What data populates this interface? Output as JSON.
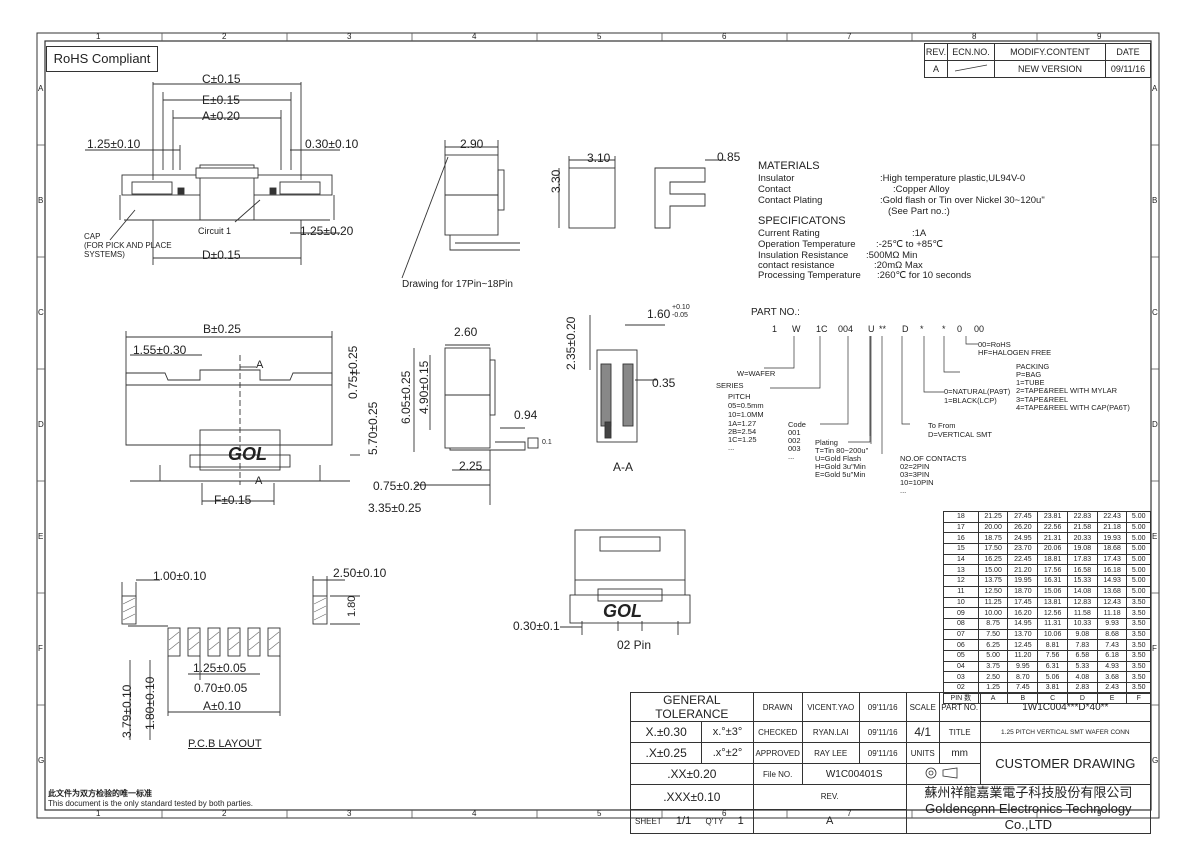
{
  "header": {
    "rohs": "RoHS Compliant"
  },
  "grid": {
    "cols": [
      "1",
      "2",
      "3",
      "4",
      "5",
      "6",
      "7",
      "8",
      "9"
    ],
    "rows": [
      "A",
      "B",
      "C",
      "D",
      "E",
      "F",
      "G"
    ]
  },
  "revision": {
    "headers": [
      "REV.",
      "ECN.NO.",
      "MODIFY.CONTENT",
      "DATE"
    ],
    "rows": [
      {
        "rev": "A",
        "ecn": "",
        "content": "NEW VERSION",
        "date": "09/11/16"
      }
    ]
  },
  "front_view": {
    "dim_c": "C±0.15",
    "dim_e": "E±0.15",
    "dim_a": "A±0.20",
    "dim_left": "1.25±0.10",
    "dim_right": "0.30±0.10",
    "circuit": "Circuit 1",
    "dim_side": "1.25±0.20",
    "dim_d": "D±0.15",
    "cap_note": [
      "CAP",
      "(FOR PICK AND PLACE",
      "SYSTEMS)"
    ]
  },
  "side_view": {
    "dim_w": "2.90",
    "caption": "Drawing for 17Pin~18Pin"
  },
  "terminal": {
    "w": "3.10",
    "h": "3.30",
    "t": "0.85"
  },
  "materials": {
    "title": "MATERIALS",
    "rows": [
      {
        "k": "Insulator",
        "v": ":High temperature plastic,UL94V-0"
      },
      {
        "k": "Contact",
        "v": ":Copper Alloy"
      },
      {
        "k": "Contact Plating",
        "v": ":Gold flash or Tin over Nickel 30~120u\""
      },
      {
        "k": "",
        "v": "(See Part no.:)"
      }
    ]
  },
  "specs": {
    "title": "SPECIFICATONS",
    "rows": [
      {
        "k": "Current Rating",
        "v": ":1A"
      },
      {
        "k": "Operation Temperature",
        "v": ":-25℃ to +85℃"
      },
      {
        "k": "Insulation Resistance",
        "v": ":500MΩ Min"
      },
      {
        "k": "contact resistance",
        "v": ":20mΩ Max"
      },
      {
        "k": "Processing Temperature",
        "v": ":260℃ for 10 seconds"
      }
    ]
  },
  "part_no": {
    "title": "PART NO.:",
    "code": [
      "1",
      "W",
      "1C",
      "004",
      "U",
      "**",
      "D",
      "*",
      "*",
      "0",
      "00"
    ],
    "wafer": "W=WAFER",
    "series": "SERIES",
    "pitch": [
      "PITCH",
      "05=0.5mm",
      "10=1.0MM",
      "1A=1.27",
      "2B=2.54",
      "1C=1.25",
      "..."
    ],
    "code_list": [
      "Code",
      "001",
      "002",
      "003",
      "..."
    ],
    "plating": [
      "Plating",
      "T=Tin 80~200u\"",
      "U=Gold Flash",
      "H=Gold 3u\"Min",
      "E=Gold 5u\"Min"
    ],
    "contacts": [
      "NO.OF CONTACTS",
      "02=2PIN",
      "03=3PIN",
      "10=10PIN",
      "..."
    ],
    "to_from": [
      "To From",
      "D=VERTICAL SMT"
    ],
    "color": [
      "0=NATURAL(PA9T)",
      "1=BLACK(LCP)"
    ],
    "packing": [
      "PACKING",
      "P=BAG",
      "1=TUBE",
      "2=TAPE&REEL WITH MYLAR",
      "3=TAPE&REEL",
      "4=TAPE&REEL WITH CAP(PA6T)"
    ],
    "rohs": [
      "00=RoHS",
      "HF=HALOGEN FREE"
    ]
  },
  "top_view": {
    "dim_b": "B±0.25",
    "dim_155": "1.55±0.30",
    "label_a": "A",
    "dim_h1": "0.75±0.25",
    "dim_h2": "5.70±0.25",
    "dim_f": "F±0.15",
    "logo": "GOL"
  },
  "section_side": {
    "dim_260": "2.60",
    "dim_605": "6.05±0.25",
    "dim_490": "4.90±0.15",
    "dim_094": "0.94",
    "dim_225": "2.25",
    "dim_075": "0.75±0.20",
    "dim_335": "3.35±0.25",
    "flat": "0.1"
  },
  "section_aa": {
    "dim_235": "2.35±0.20",
    "dim_160": "1.60",
    "tol_up": "+0.10",
    "tol_dn": "-0.05",
    "dim_035": "0.35",
    "label": "A-A"
  },
  "two_pin": {
    "dim": "0.30±0.1",
    "logo": "GOL",
    "caption": "02 Pin"
  },
  "pcb": {
    "dim_100": "1.00±0.10",
    "dim_250": "2.50±0.10",
    "dim_180": "1.80",
    "dim_125": "1.25±0.05",
    "dim_070": "0.70±0.05",
    "dim_a": "A±0.10",
    "dim_379": "3.79±0.10",
    "dim_180b": "1.80±0.10",
    "caption": "P.C.B LAYOUT"
  },
  "pin_table": {
    "footer": [
      "PIN 数",
      "A",
      "B",
      "C",
      "D",
      "E",
      "F"
    ],
    "rows": [
      [
        "18",
        "21.25",
        "27.45",
        "23.81",
        "22.83",
        "22.43",
        "5.00"
      ],
      [
        "17",
        "20.00",
        "26.20",
        "22.56",
        "21.58",
        "21.18",
        "5.00"
      ],
      [
        "16",
        "18.75",
        "24.95",
        "21.31",
        "20.33",
        "19.93",
        "5.00"
      ],
      [
        "15",
        "17.50",
        "23.70",
        "20.06",
        "19.08",
        "18.68",
        "5.00"
      ],
      [
        "14",
        "16.25",
        "22.45",
        "18.81",
        "17.83",
        "17.43",
        "5.00"
      ],
      [
        "13",
        "15.00",
        "21.20",
        "17.56",
        "16.58",
        "16.18",
        "5.00"
      ],
      [
        "12",
        "13.75",
        "19.95",
        "16.31",
        "15.33",
        "14.93",
        "5.00"
      ],
      [
        "11",
        "12.50",
        "18.70",
        "15.06",
        "14.08",
        "13.68",
        "5.00"
      ],
      [
        "10",
        "11.25",
        "17.45",
        "13.81",
        "12.83",
        "12.43",
        "3.50"
      ],
      [
        "09",
        "10.00",
        "16.20",
        "12.56",
        "11.58",
        "11.18",
        "3.50"
      ],
      [
        "08",
        "8.75",
        "14.95",
        "11.31",
        "10.33",
        "9.93",
        "3.50"
      ],
      [
        "07",
        "7.50",
        "13.70",
        "10.06",
        "9.08",
        "8.68",
        "3.50"
      ],
      [
        "06",
        "6.25",
        "12.45",
        "8.81",
        "7.83",
        "7.43",
        "3.50"
      ],
      [
        "05",
        "5.00",
        "11.20",
        "7.56",
        "6.58",
        "6.18",
        "3.50"
      ],
      [
        "04",
        "3.75",
        "9.95",
        "6.31",
        "5.33",
        "4.93",
        "3.50"
      ],
      [
        "03",
        "2.50",
        "8.70",
        "5.06",
        "4.08",
        "3.68",
        "3.50"
      ],
      [
        "02",
        "1.25",
        "7.45",
        "3.81",
        "2.83",
        "2.43",
        "3.50"
      ]
    ]
  },
  "title_block": {
    "gen_tol": "GENERAL TOLERANCE",
    "tol": [
      {
        "a": "X.±0.30",
        "b": "x.°±3°"
      },
      {
        "a": ".X±0.25",
        "b": ".x°±2°"
      },
      {
        "a": ".XX±0.20",
        "b": ""
      },
      {
        "a": ".XXX±0.10",
        "b": ""
      }
    ],
    "drawn": "DRAWN",
    "drawn_name": "VICENT.YAO",
    "drawn_date": "09'11/16",
    "checked": "CHECKED",
    "checked_name": "RYAN.LAI",
    "checked_date": "09'11/16",
    "approved": "APPROVED",
    "approved_name": "RAY LEE",
    "approved_date": "09'11/16",
    "file_label": "File NO.",
    "file_no": "W1C00401S",
    "rev_label": "REV.",
    "rev": "A",
    "sheet_label": "SHEET",
    "sheet": "1/1",
    "qty_label": "Q'TY",
    "qty": "1",
    "scale_label": "SCALE",
    "scale": "4/1",
    "units_label": "UNITS",
    "units": "mm",
    "partno_label": "PART NO.",
    "partno": "1W1C004***D*40**",
    "title_label": "TITLE",
    "title": "1.25 PITCH VERTICAL SMT WAFER CONN",
    "customer": "CUSTOMER DRAWING",
    "company_cn": "蘇州祥龍嘉業電子科技股份有限公司",
    "company_en": "Goldenconn Electronics Technology Co.,LTD"
  },
  "footer": {
    "cn": "此文件为双方检验的唯一标准",
    "en": "This document is the only standard tested by both parties."
  }
}
